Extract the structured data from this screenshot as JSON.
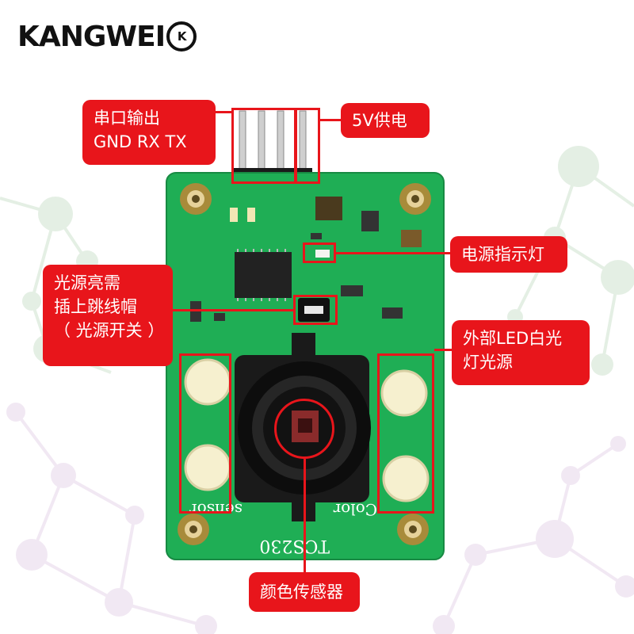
{
  "brand": {
    "name": "KANGWEI",
    "badge": "K"
  },
  "board": {
    "silkscreen_chip": "TCS230",
    "silkscreen_color": "Color",
    "silkscreen_sensor": "sensor"
  },
  "callouts": {
    "serial_output": {
      "line1": "串口输出",
      "line2": "GND RX TX"
    },
    "power_5v": "5V供电",
    "power_indicator": "电源指示灯",
    "light_jumper": {
      "line1": "光源亮需",
      "line2": "插上跳线帽",
      "line3": "（ 光源开关 ）"
    },
    "external_led": {
      "line1": "外部LED白光",
      "line2": "灯光源"
    },
    "color_sensor": "颜色传感器"
  },
  "colors": {
    "callout_red": "#e8151b",
    "pcb_green": "#1fae55",
    "background": "#ffffff"
  }
}
